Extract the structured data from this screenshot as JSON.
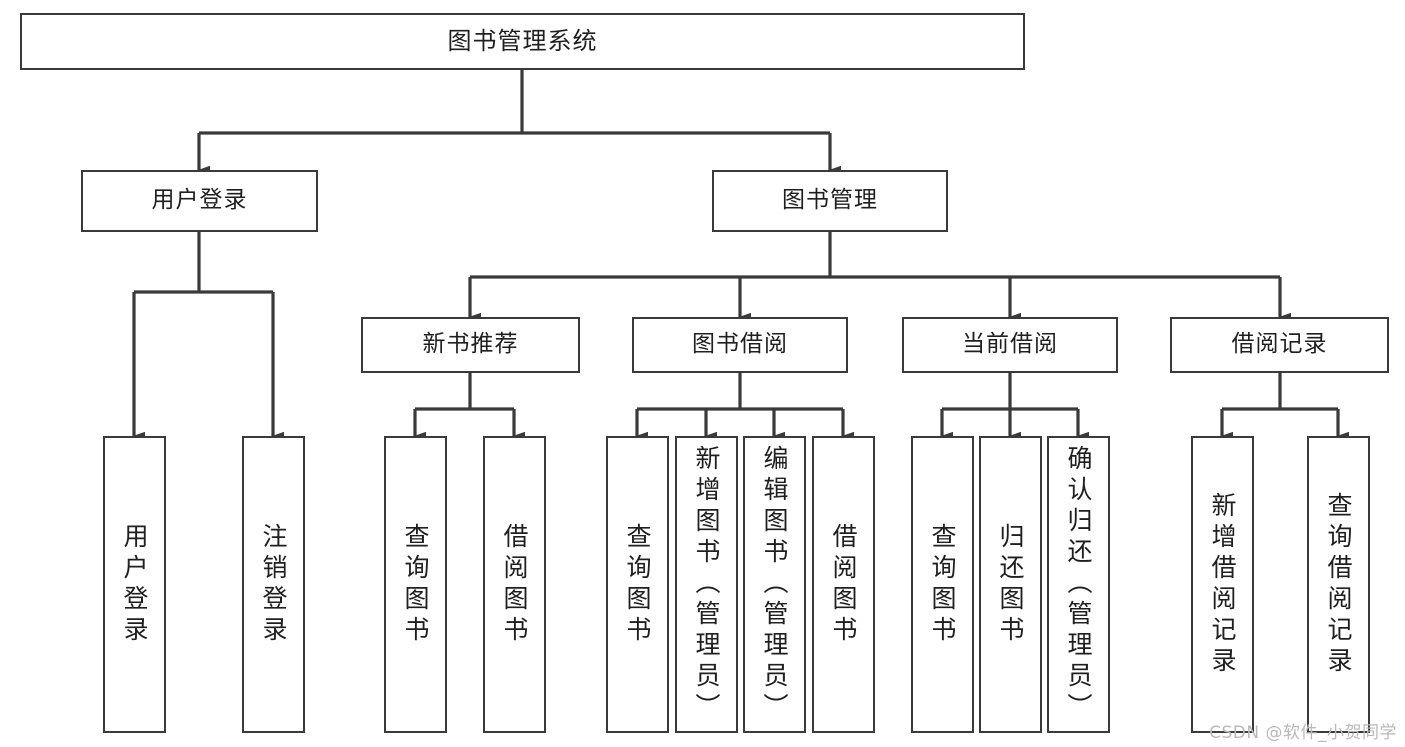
{
  "diagram": {
    "title": "图书管理系统",
    "type": "hierarchy-tree",
    "levels": 4,
    "nodes": {
      "root": {
        "label": "图书管理系统"
      },
      "level2": [
        {
          "id": "user-login",
          "label": "用户登录"
        },
        {
          "id": "book-management",
          "label": "图书管理"
        }
      ],
      "level3": [
        {
          "id": "new-book-recommend",
          "label": "新书推荐",
          "parent": "book-management"
        },
        {
          "id": "book-borrow",
          "label": "图书借阅",
          "parent": "book-management"
        },
        {
          "id": "current-borrow",
          "label": "当前借阅",
          "parent": "book-management"
        },
        {
          "id": "borrow-record",
          "label": "借阅记录",
          "parent": "book-management"
        }
      ],
      "leaves": [
        {
          "id": "leaf-user-login",
          "label": "用户登录",
          "parent": "user-login"
        },
        {
          "id": "leaf-logout-login",
          "label": "注销登录",
          "parent": "user-login"
        },
        {
          "id": "leaf-query-book-1",
          "label": "查询图书",
          "parent": "new-book-recommend"
        },
        {
          "id": "leaf-borrow-book-1",
          "label": "借阅图书",
          "parent": "new-book-recommend"
        },
        {
          "id": "leaf-query-book-2",
          "label": "查询图书",
          "parent": "book-borrow"
        },
        {
          "id": "leaf-add-book-admin",
          "label": "新增图书（管理员）",
          "parent": "book-borrow"
        },
        {
          "id": "leaf-edit-book-admin",
          "label": "编辑图书（管理员）",
          "parent": "book-borrow"
        },
        {
          "id": "leaf-borrow-book-2",
          "label": "借阅图书",
          "parent": "book-borrow"
        },
        {
          "id": "leaf-query-book-3",
          "label": "查询图书",
          "parent": "current-borrow"
        },
        {
          "id": "leaf-return-book",
          "label": "归还图书",
          "parent": "current-borrow"
        },
        {
          "id": "leaf-confirm-return-admin",
          "label": "确认归还（管理员）",
          "parent": "current-borrow"
        },
        {
          "id": "leaf-add-borrow-record",
          "label": "新增借阅记录",
          "parent": "borrow-record"
        },
        {
          "id": "leaf-query-borrow-record",
          "label": "查询借阅记录",
          "parent": "borrow-record"
        }
      ]
    }
  },
  "watermark": {
    "text": "CSDN @软件_小贺同学"
  },
  "colors": {
    "stroke": "#3a3a3a",
    "text": "#1f1f1f",
    "background": "#ffffff",
    "watermark": "#b9b9b9"
  }
}
